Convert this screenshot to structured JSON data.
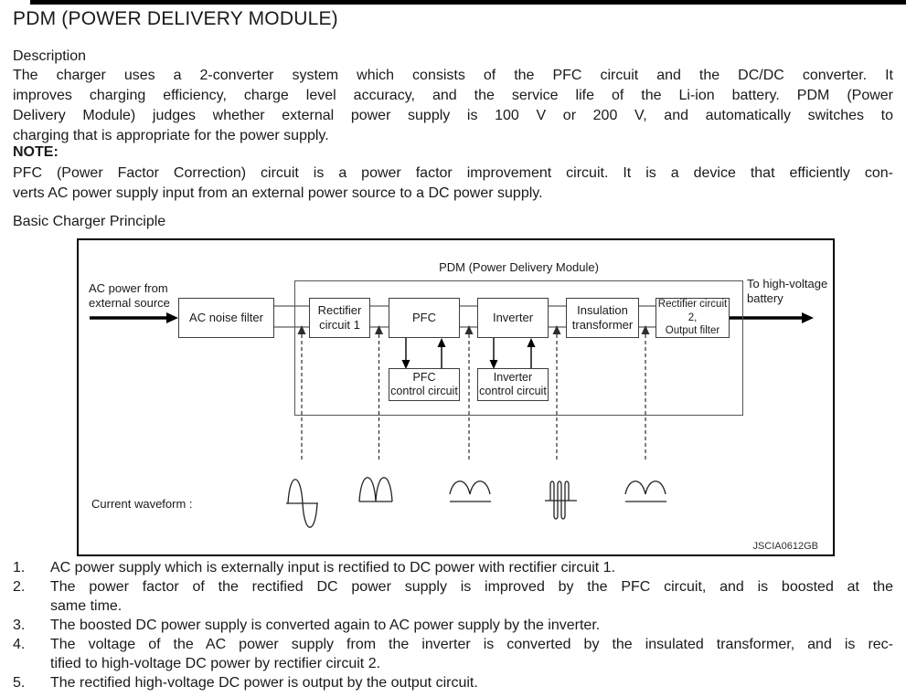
{
  "header": {
    "title": "PDM (POWER DELIVERY MODULE)"
  },
  "description": {
    "heading": "Description",
    "lines": [
      "The charger uses a 2-converter system which consists of the PFC circuit and the DC/DC converter. It",
      "improves charging efficiency, charge level accuracy, and the service life of the Li-ion battery. PDM (Power",
      "Delivery Module) judges whether external power supply is 100 V or 200 V, and automatically switches to",
      "charging that is appropriate for the power supply."
    ]
  },
  "note": {
    "heading": "NOTE:",
    "lines": [
      "PFC (Power Factor Correction) circuit is a power factor improvement circuit. It is a device that efficiently con-",
      "verts AC power supply input from an external power source to a DC power supply."
    ]
  },
  "figure": {
    "heading": "Basic Charger Principle",
    "pdm_label": "PDM (Power Delivery Module)",
    "input_label": "AC power from\nexternal source",
    "output_label": "To high-voltage\nbattery",
    "blocks": {
      "ac_noise_filter": "AC noise filter",
      "rectifier1": "Rectifier\ncircuit 1",
      "pfc": "PFC",
      "inverter": "Inverter",
      "insulation_transformer": "Insulation\ntransformer",
      "rectifier2": "Rectifier circuit 2,\nOutput filter",
      "pfc_control": "PFC\ncontrol circuit",
      "inverter_control": "Inverter\ncontrol circuit"
    },
    "waveform_label": "Current waveform :",
    "waveform_icons": [
      "ac-sine-waveform",
      "rectified-humps-waveform",
      "dc-ripple-waveform",
      "high-frequency-ac-waveform",
      "dc-ripple-waveform"
    ],
    "figure_id": "JSCIA0612GB"
  },
  "steps": [
    {
      "num": "1.",
      "lines": [
        "AC power supply which is externally input is rectified to DC power with rectifier circuit 1."
      ]
    },
    {
      "num": "2.",
      "lines": [
        "The power factor of the rectified DC power supply is improved by the PFC circuit, and is boosted at the",
        "same time."
      ]
    },
    {
      "num": "3.",
      "lines": [
        "The boosted DC power supply is converted again to AC power supply by the inverter."
      ]
    },
    {
      "num": "4.",
      "lines": [
        "The voltage of the AC power supply from the inverter is converted by the insulated transformer, and is rec-",
        "tified to high-voltage DC power by rectifier circuit 2."
      ]
    },
    {
      "num": "5.",
      "lines": [
        "The rectified high-voltage DC power is output by the output circuit."
      ]
    }
  ],
  "colors": {
    "ink": "#1a1a1a",
    "line": "#000000",
    "box_border": "#3d3d3d"
  }
}
